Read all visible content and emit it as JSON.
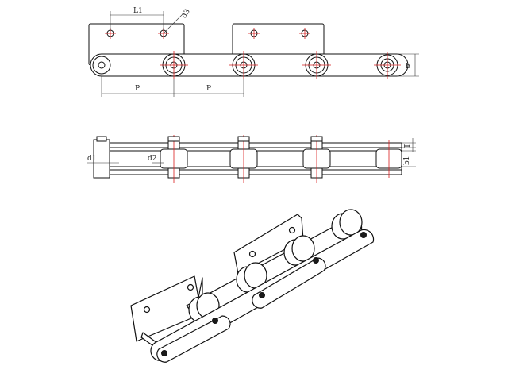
{
  "labels": {
    "l1": "L1",
    "d3": "d3",
    "p_left": "P",
    "p_right": "P",
    "b": "b",
    "d1": "d1",
    "d2": "d2",
    "t": "T",
    "b1": "b1"
  },
  "colors": {
    "line": "#111111",
    "centerline": "#d91c1c",
    "background": "#ffffff"
  }
}
